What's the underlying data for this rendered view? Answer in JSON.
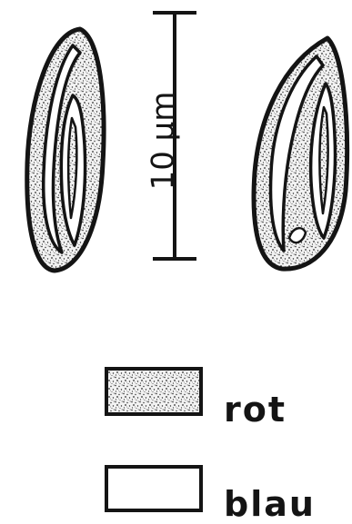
{
  "scale_bar": {
    "label": "10 µm"
  },
  "legend": {
    "items": [
      {
        "label": "rot",
        "fill": "stippled"
      },
      {
        "label": "blau",
        "fill": "blank"
      }
    ]
  },
  "colors": {
    "ink": "#141414",
    "paper": "#ffffff",
    "stipple": "#3a3a3a"
  }
}
